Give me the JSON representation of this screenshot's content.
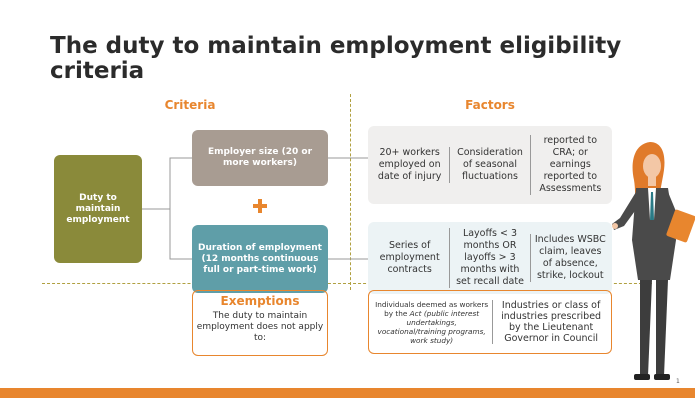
{
  "slide": {
    "title": "The duty to maintain employment eligibility criteria",
    "page_number": "1"
  },
  "headers": {
    "criteria": "Criteria",
    "factors": "Factors"
  },
  "criteria": {
    "duty_box": "Duty to maintain employment",
    "employer_size": "Employer size (20 or more workers)",
    "duration": "Duration of employment (12 months continuous full or part-time work)"
  },
  "factors_employer": [
    "20+ workers employed on date of injury",
    "Consideration of seasonal fluctuations",
    "reported to CRA; or earnings reported to Assessments"
  ],
  "factors_duration": [
    "Series of employment contracts",
    "Layoffs < 3 months OR layoffs > 3 months with set recall date",
    "Includes WSBC claim, leaves of absence, strike, lockout"
  ],
  "exemptions": {
    "title": "Exemptions",
    "text": "The duty to maintain employment does not apply to:",
    "item1_pre": "Individuals deemed as workers by the ",
    "item1_act": "Act",
    "item1_post": " (public interest undertakings, vocational/training programs, work study)",
    "item2": "Industries or class of industries prescribed by the Lieutenant Governor in Council"
  },
  "colors": {
    "accent": "#e8862e",
    "olive": "#8a8a3a",
    "taupe": "#a89c92",
    "teal": "#5f9ea8"
  }
}
